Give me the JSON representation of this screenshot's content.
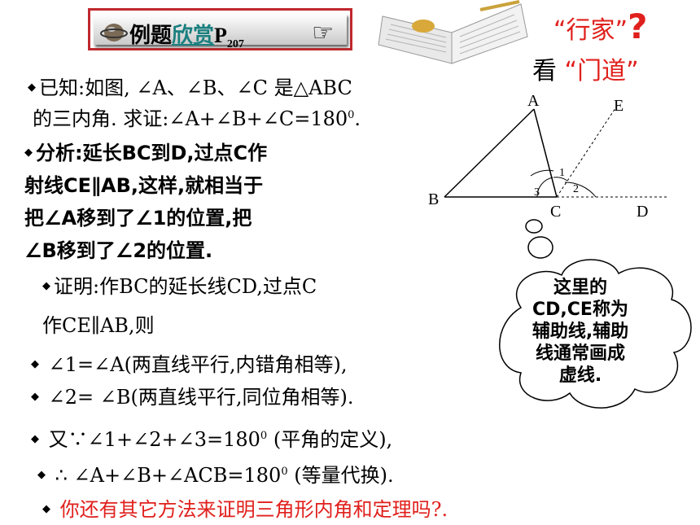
{
  "header": {
    "title_part1": "例题",
    "title_part2": "欣赏",
    "title_part3": "P",
    "title_sub": "207",
    "hand_icon": "pointing-hand-icon"
  },
  "expert": {
    "quote1": "“行家”",
    "qmark": "?",
    "word_look": "看",
    "quote2": "“门道”"
  },
  "known": {
    "line1": "已知:如图, ∠A、∠B、∠C 是△ABC",
    "line2a": "的三内角. 求证:∠A+∠B+∠C=180",
    "line2sup": "0",
    "line2b": "."
  },
  "analysis": {
    "line1": "分析:延长BC到D,过点C作",
    "line2": "射线CE∥AB,这样,就相当于",
    "line3": "把∠A移到了∠1的位置,把",
    "line4": "∠B移到了∠2的位置."
  },
  "proof": {
    "line1": "证明:作BC的延长线CD,过点C",
    "line2": "作CE∥AB,则",
    "line3": "∠1=∠A(两直线平行,内错角相等),",
    "line4": "∠2= ∠B(两直线平行,同位角相等).",
    "line5a": "又∵∠1+∠2+∠3=180",
    "line5sup": "0",
    "line5b": " (平角的定义),",
    "line6a": "∴ ∠A+∠B+∠ACB=180",
    "line6sup": "0",
    "line6b": " (等量代换).",
    "question": "你还有其它方法来证明三角形内角和定理吗?."
  },
  "diagram": {
    "label_a": "A",
    "label_b": "B",
    "label_c": "C",
    "label_d": "D",
    "label_e": "E",
    "angle1": "1",
    "angle2": "2",
    "angle3": "3"
  },
  "cloud": {
    "line1": "这里的",
    "line2": "CD,CE称为",
    "line3": "辅助线,辅助",
    "line4": "线通常画成",
    "line5": "虚线."
  },
  "colors": {
    "accent_red": "#e0201c",
    "header_border": "#c0282d",
    "link_teal": "#1a7f7f"
  }
}
